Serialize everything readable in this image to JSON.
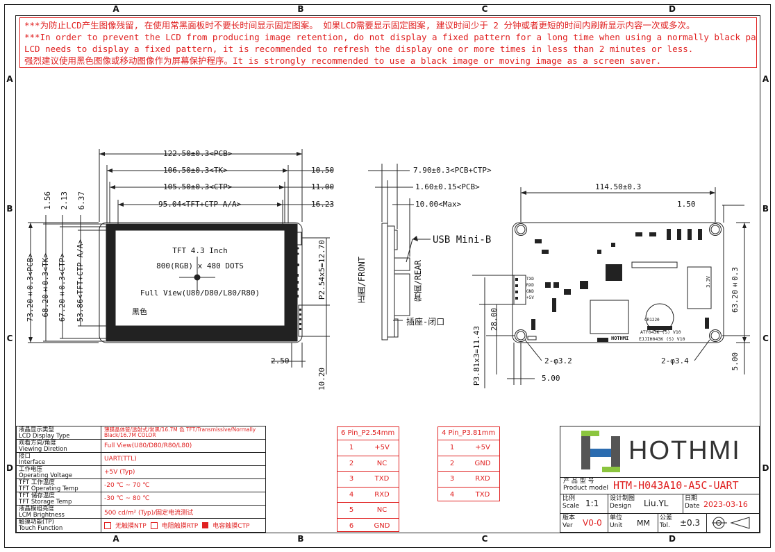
{
  "zones": {
    "cols": [
      "A",
      "B",
      "C",
      "D"
    ],
    "rows": [
      "A",
      "B",
      "C",
      "D"
    ]
  },
  "warning": {
    "line1": "***为防止LCD产生图像残留, 在使用常黑面板时不要长时间显示固定图案。 如果LCD需要显示固定图案, 建议时间少于 2 分钟或者更短的时间内刷新显示内容一次或多次。",
    "line2": "***In order to prevent the LCD from producing image retention, do not display a fixed pattern for a long time when using a normally black panel. If the",
    "line3": " LCD needs to display a fixed pattern, it is recommended to refresh the display one or more times in less than 2 minutes or less.",
    "line4": "强烈建议使用黑色图像或移动图像作为屏幕保护程序。It is strongly recommended to use a black image or moving image as a screen saver."
  },
  "front": {
    "dim_pcb": "122.50±0.3<PCB>",
    "dim_tk": "106.50±0.3<TK>",
    "dim_ctp": "105.50±0.3<CTP>",
    "dim_aa": "95.04<TFT+CTP A/A>",
    "dim_r1": "10.50",
    "dim_r2": "11.00",
    "dim_r3": "16.23",
    "dim_v1": "1.56",
    "dim_v2": "2.13",
    "dim_v3": "6.37",
    "dim_h_pcb": "73.20±0.3<PCB>",
    "dim_h_tk": "68.20±0.3<TK>",
    "dim_h_ctp": "67.20±0.3<CTP>",
    "dim_h_aa": "53.86<TFT+CTP A/A>",
    "dim_pitch": "P2.54x5=12.70",
    "dim_250": "2.50",
    "dim_1020": "10.20",
    "screen_line1": "TFT 4.3 Inch",
    "screen_line2": "800(RGB) x 480 DOTS",
    "screen_line3": "Full View(U80/D80/L80/R80)",
    "black_label": "黑色"
  },
  "side": {
    "dim_total": "7.90±0.3<PCB+CTP>",
    "dim_pcb": "1.60±0.15<PCB>",
    "dim_max": "10.00<Max>",
    "usb_label": "USB Mini-B",
    "front_label": "正面/FRONT",
    "rear_label": "背面/REAR",
    "socket_label": "插座-闭口"
  },
  "rear": {
    "dim_holes": "114.50±0.3",
    "dim_150": "1.50",
    "dim_height": "63.20±0.3",
    "dim_2800": "28.00",
    "dim_pitch": "P3.81x3=11.43",
    "dim_500h": "5.00",
    "dim_500v": "5.00",
    "hole_left": "2-φ3.2",
    "hole_right": "2-φ3.4",
    "conn_labels": [
      "TXD",
      "RXD",
      "GND",
      "+5V"
    ],
    "silk1": "ATF043K (S) V10",
    "silk2": "EJJIH043K (S) V10",
    "battery": "CR1220",
    "brand_small": "HOTHMI",
    "cap_label": "3.3V"
  },
  "spec": [
    {
      "cn": "液晶显示类型",
      "en": "LCD Display Type",
      "value": "薄膜晶体管/透射式/常黑/16.7M 色 TFT/Transmissive/Normally Black/16.7M COLOR"
    },
    {
      "cn": "观看方向/角度",
      "en": "Viewing Diretion",
      "value": "Full View(U80/D80/R80/L80)"
    },
    {
      "cn": "接口",
      "en": "Interface",
      "value": "UART(TTL)"
    },
    {
      "cn": "工作电压",
      "en": "Operating Voltage",
      "value": "+5V (Typ)"
    },
    {
      "cn": "TFT 工作温度",
      "en": "TFT Operating Temp",
      "value": "-20 ℃ ~ 70 ℃"
    },
    {
      "cn": "TFT 储存温度",
      "en": "TFT Storage Temp",
      "value": "-30 ℃ ~ 80 ℃"
    },
    {
      "cn": "液晶模组亮度",
      "en": "LCM Brightness",
      "value": "500 cd/m² (Typ)/固定电流测试"
    },
    {
      "cn": "触摸功能(TP)",
      "en": "Touch Function",
      "value": ""
    }
  ],
  "touch": {
    "ntp": "无触摸NTP",
    "rtp": "电阻触摸RTP",
    "ctp": "电容触摸CTP"
  },
  "pin6": {
    "title": "6 Pin_P2.54mm",
    "rows": [
      [
        "1",
        "+5V"
      ],
      [
        "2",
        "NC"
      ],
      [
        "3",
        "TXD"
      ],
      [
        "4",
        "RXD"
      ],
      [
        "5",
        "NC"
      ],
      [
        "6",
        "GND"
      ]
    ]
  },
  "pin4": {
    "title": "4 Pin_P3.81mm",
    "rows": [
      [
        "1",
        "+5V"
      ],
      [
        "2",
        "GND"
      ],
      [
        "3",
        "RXD"
      ],
      [
        "4",
        "TXD"
      ]
    ]
  },
  "title_block": {
    "logo": "HOTHMI",
    "model_cn": "产 品 型 号",
    "model_en": "Product model",
    "model": "HTM-H043A10-A5C-UART",
    "scale_cn": "比例",
    "scale_en": "Scale",
    "scale": "1:1",
    "design_cn": "设计制图",
    "design_en": "Design",
    "design": "Liu.YL",
    "date_cn": "日期",
    "date_en": "Date",
    "date": "2023-03-16",
    "ver_cn": "版本",
    "ver_en": "Ver",
    "ver": "V0-0",
    "unit_cn": "单位",
    "unit_en": "Unit",
    "unit": "MM",
    "tol_cn": "公差",
    "tol_en": "Tol.",
    "tol": "±0.3"
  },
  "colors": {
    "red": "#e02020",
    "logo_green": "#8bc53f",
    "logo_blue": "#2b6cb0",
    "logo_gray": "#555555"
  }
}
